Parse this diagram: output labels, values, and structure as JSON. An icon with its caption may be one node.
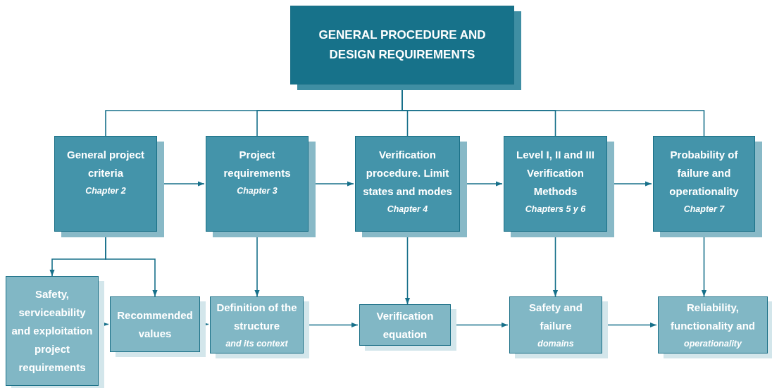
{
  "diagram": {
    "nodes": [
      {
        "text": [
          "GENERAL PROCEDURE AND DESIGN REQUIREMENTS"
        ]
      },
      {
        "text": [
          "General project criteria",
          "Chapter 2"
        ]
      },
      {
        "text": [
          "Project requirements",
          "Chapter 3"
        ]
      },
      {
        "text": [
          "Verification procedure. Limit states and modes",
          "Chapter 4"
        ]
      },
      {
        "text": [
          "Level I, II and III Verification Methods",
          "Chapters 5 y 6"
        ]
      },
      {
        "text": [
          "Probability of failure and operationality",
          "Chapter 7"
        ]
      },
      {
        "text": [
          "Safety, serviceability and exploitation project requirements"
        ]
      },
      {
        "text": [
          "Recommended values"
        ]
      },
      {
        "text": [
          "Definition of the structure",
          "and its context"
        ]
      },
      {
        "text": [
          "Verification equation"
        ]
      },
      {
        "text": [
          "Safety and failure",
          "domains"
        ]
      },
      {
        "text": [
          "Reliability, functionality and",
          "operationality"
        ]
      }
    ],
    "edges": [
      {
        "from": 0,
        "to": 1,
        "arrow": "none"
      },
      {
        "from": 0,
        "to": 2,
        "arrow": "none"
      },
      {
        "from": 0,
        "to": 3,
        "arrow": "none"
      },
      {
        "from": 0,
        "to": 4,
        "arrow": "none"
      },
      {
        "from": 0,
        "to": 5,
        "arrow": "none"
      },
      {
        "from": 1,
        "to": 2,
        "arrow": "to"
      },
      {
        "from": 2,
        "to": 3,
        "arrow": "to"
      },
      {
        "from": 3,
        "to": 4,
        "arrow": "to"
      },
      {
        "from": 4,
        "to": 5,
        "arrow": "to"
      },
      {
        "from": 1,
        "to": 6,
        "arrow": "to"
      },
      {
        "from": 1,
        "to": 7,
        "arrow": "to"
      },
      {
        "from": 2,
        "to": 8,
        "arrow": "to"
      },
      {
        "from": 3,
        "to": 9,
        "arrow": "to"
      },
      {
        "from": 4,
        "to": 10,
        "arrow": "to"
      },
      {
        "from": 5,
        "to": 11,
        "arrow": "to"
      },
      {
        "from": 6,
        "to": 7,
        "arrow": "to"
      },
      {
        "from": 7,
        "to": 8,
        "arrow": "to"
      },
      {
        "from": 8,
        "to": 9,
        "arrow": "to"
      },
      {
        "from": 9,
        "to": 10,
        "arrow": "to"
      },
      {
        "from": 10,
        "to": 11,
        "arrow": "to"
      }
    ]
  }
}
